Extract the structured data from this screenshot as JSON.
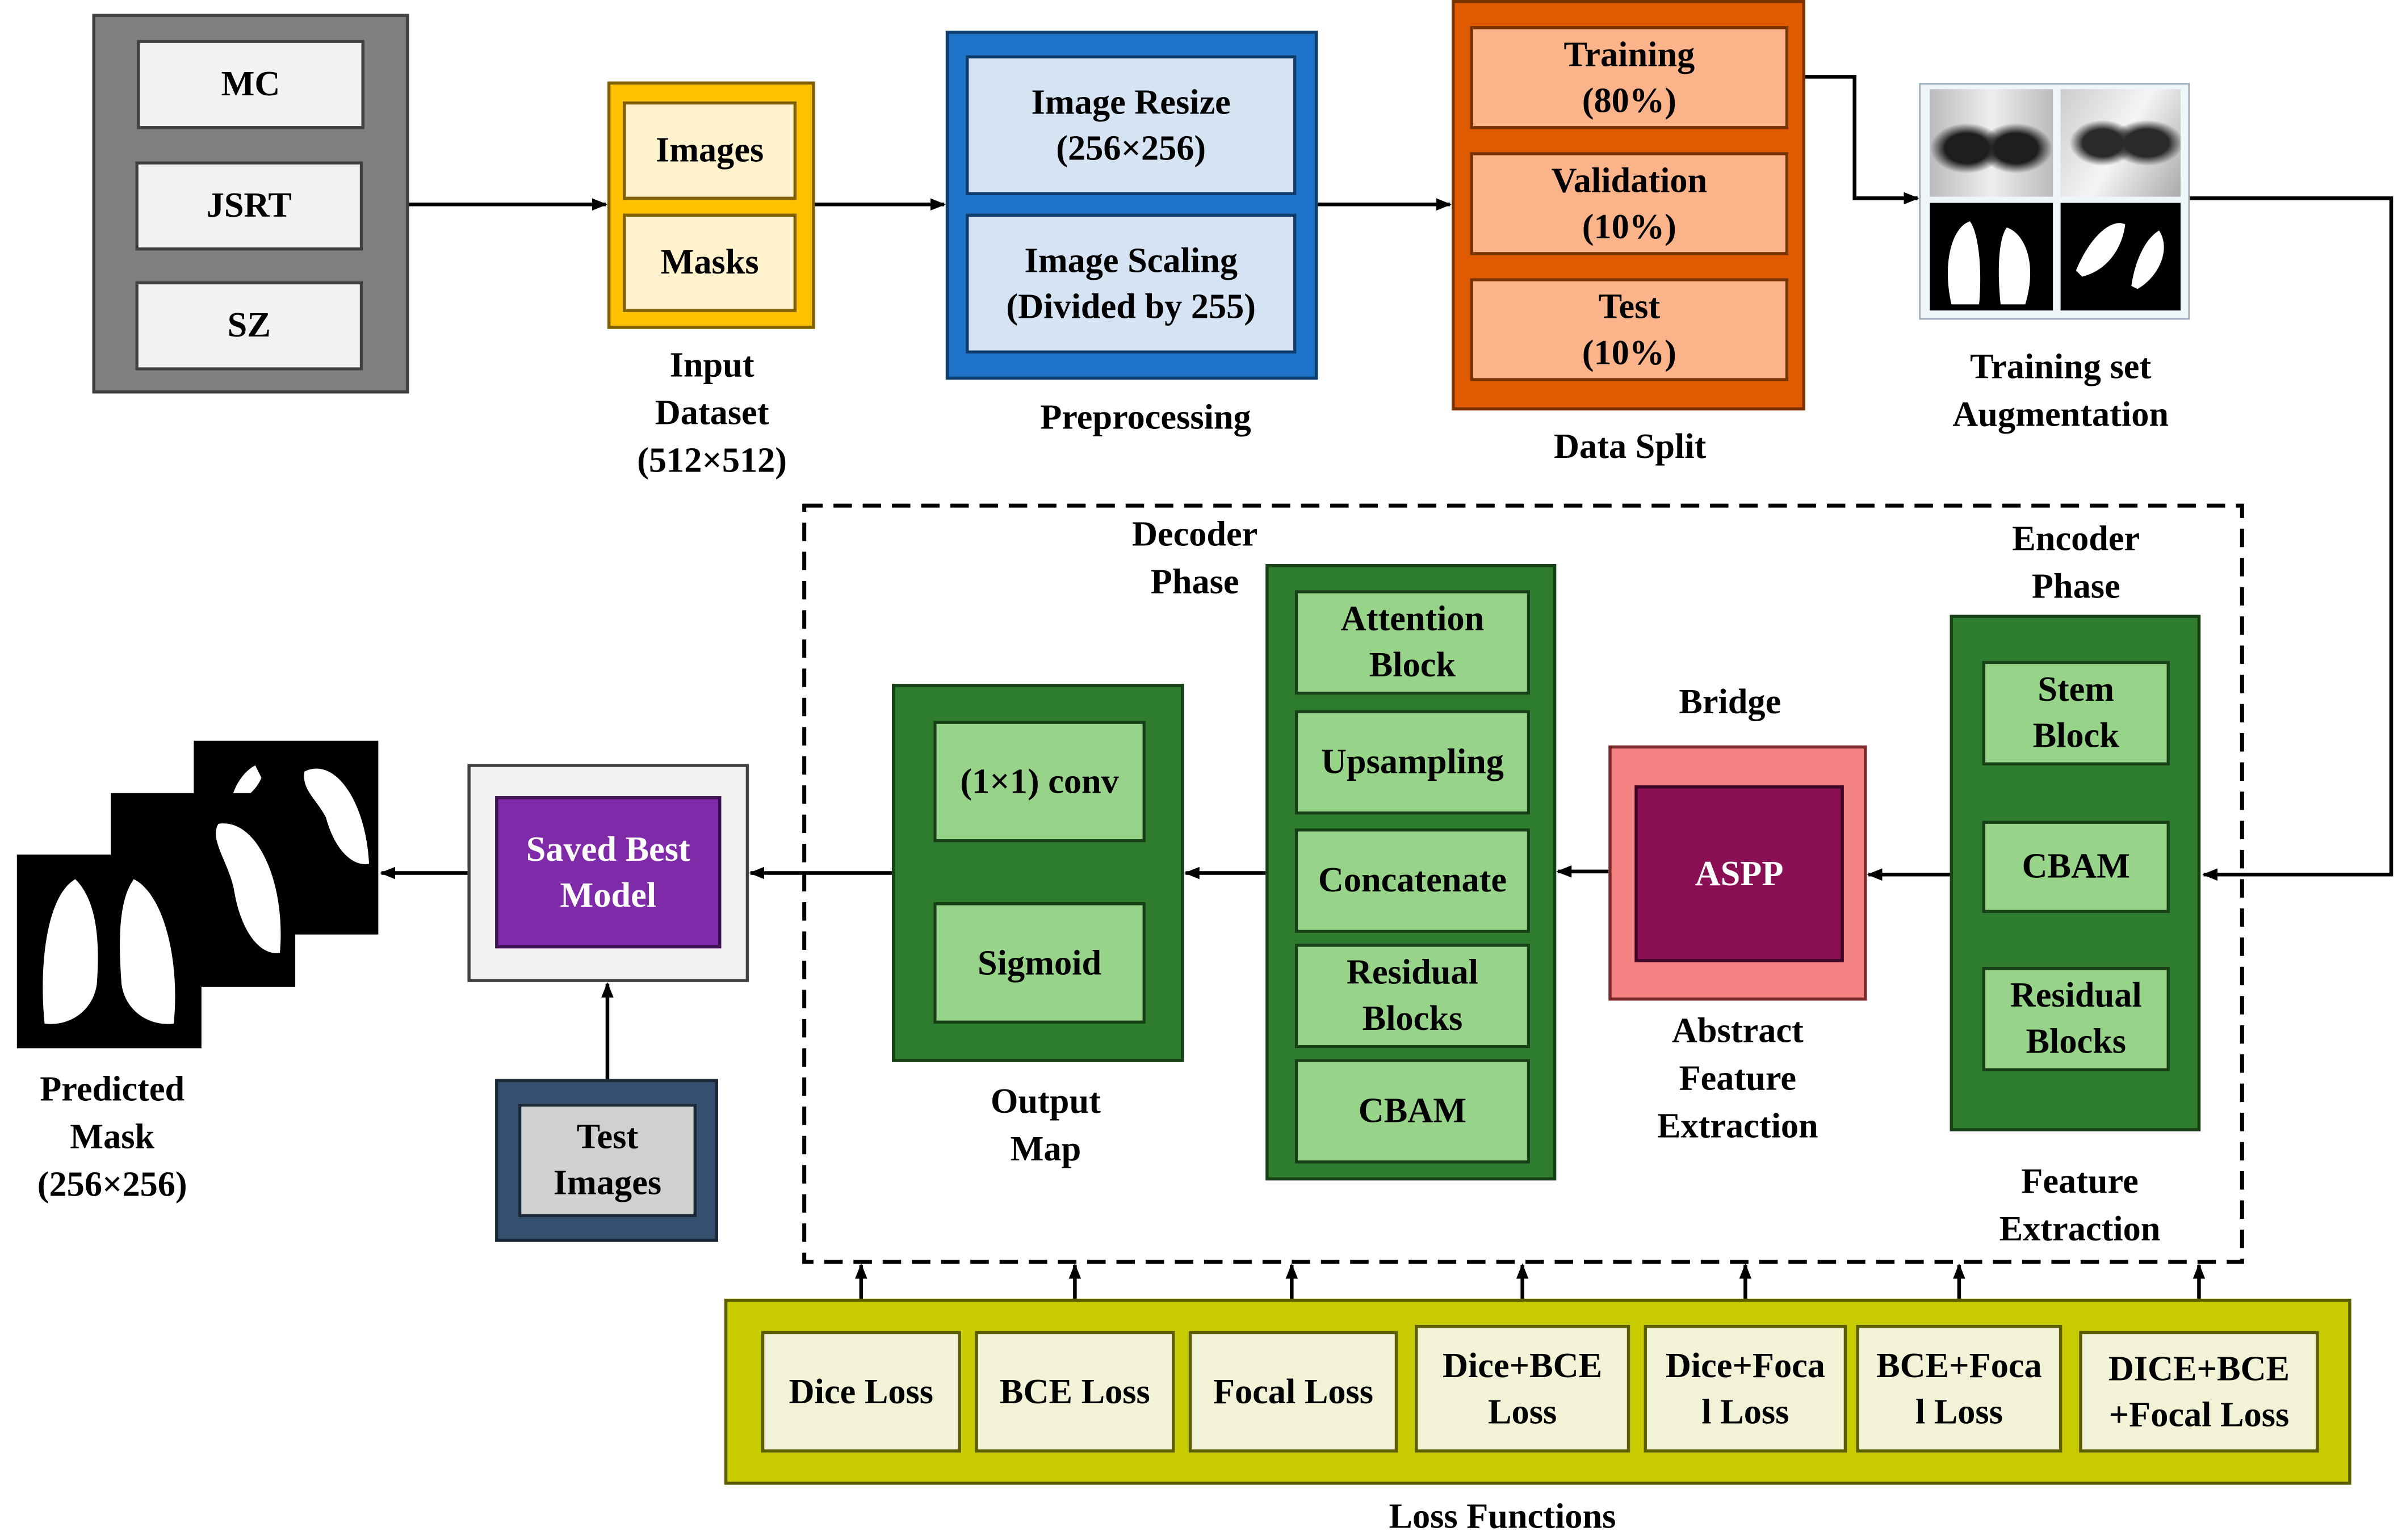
{
  "sources": [
    "MC",
    "JSRT",
    "SZ"
  ],
  "input_dataset": {
    "items": [
      "Images",
      "Masks"
    ],
    "caption": [
      "Input",
      "Dataset",
      "(512×512)"
    ]
  },
  "preprocessing": {
    "items": [
      [
        "Image Resize",
        "(256×256)"
      ],
      [
        "Image Scaling",
        "(Divided by 255)"
      ]
    ],
    "caption": "Preprocessing"
  },
  "data_split": {
    "items": [
      [
        "Training",
        "(80%)"
      ],
      [
        "Validation",
        "(10%)"
      ],
      [
        "Test",
        "(10%)"
      ]
    ],
    "caption": "Data Split"
  },
  "augmentation": {
    "caption": [
      "Training set",
      "Augmentation"
    ]
  },
  "encoder": {
    "title": [
      "Encoder",
      "Phase"
    ],
    "items": [
      [
        "Stem",
        "Block"
      ],
      [
        "CBAM"
      ],
      [
        "Residual",
        "Blocks"
      ]
    ],
    "caption": [
      "Feature",
      "Extraction"
    ]
  },
  "bridge": {
    "title": "Bridge",
    "item": "ASPP",
    "caption": [
      "Abstract",
      "Feature",
      "Extraction"
    ]
  },
  "decoder": {
    "title": [
      "Decoder",
      "Phase"
    ],
    "items": [
      [
        "Attention",
        "Block"
      ],
      [
        "Upsampling"
      ],
      [
        "Concatenate"
      ],
      [
        "Residual",
        "Blocks"
      ],
      [
        "CBAM"
      ]
    ]
  },
  "output": {
    "items": [
      "(1×1) conv",
      "Sigmoid"
    ],
    "caption": [
      "Output",
      "Map"
    ]
  },
  "saved_model": [
    "Saved Best",
    "Model"
  ],
  "test_images": [
    "Test",
    "Images"
  ],
  "predicted_mask": [
    "Predicted",
    "Mask",
    "(256×256)"
  ],
  "loss_functions": {
    "caption": "Loss Functions",
    "items": [
      [
        "Dice Loss"
      ],
      [
        "BCE Loss"
      ],
      [
        "Focal Loss"
      ],
      [
        "Dice+BCE",
        "Loss"
      ],
      [
        "Dice+Foca",
        "l Loss"
      ],
      [
        "BCE+Foca",
        "l Loss"
      ],
      [
        "DICE+BCE",
        "+Focal Loss"
      ]
    ]
  },
  "colors": {
    "gray_dark": "#7f7f7f",
    "yellow": "#ffc000",
    "blue": "#1f74c9",
    "orange": "#e05a00",
    "green_dark": "#2e7d2e",
    "green_light": "#97d48a",
    "pink": "#f58282",
    "maroon": "#8a0f55",
    "purple": "#7f2aa8",
    "navy": "#34506e",
    "olive": "#c8cc00"
  }
}
